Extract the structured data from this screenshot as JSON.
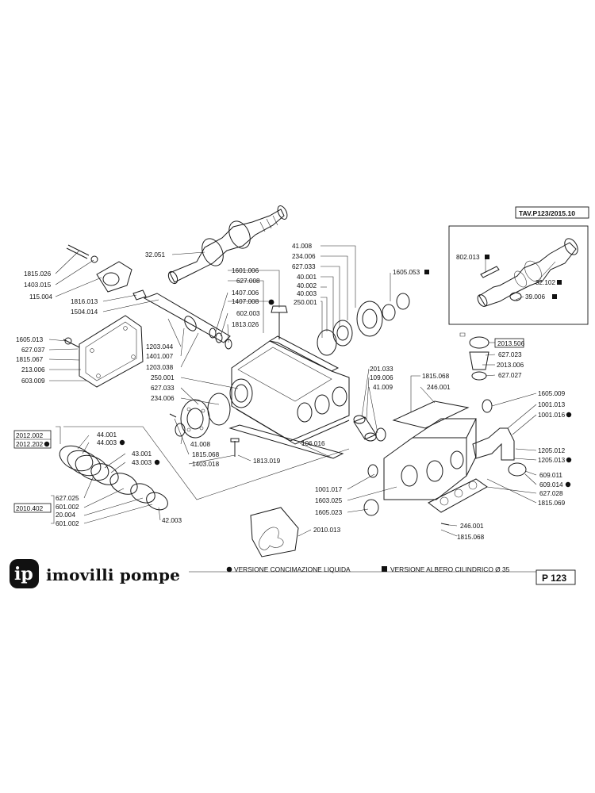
{
  "header": {
    "table_ref": "TAV.P123/2015.10"
  },
  "brand": {
    "logo_letters": "ip",
    "name": "imovilli pompe"
  },
  "legend": {
    "circle_text": "VERSIONE CONCIMAZIONE LIQUIDA",
    "square_text": "VERSIONE ALBERO CILINDRICO Ø 35"
  },
  "page_code": "P 123",
  "labels": {
    "l32051": "32.051",
    "l1815026": "1815.026",
    "l1403015": "1403.015",
    "l115004": "115.004",
    "l1816013": "1816.013",
    "l1504014": "1504.014",
    "l1605013": "1605.013",
    "l627037": "627.037",
    "l1815067": "1815.067",
    "l213006": "213.006",
    "l603009": "603.009",
    "l1601006": "1601.006",
    "l627008": "627.008",
    "l1407006": "1407.006",
    "l1407008": "1407.008",
    "l602003": "602.003",
    "l1813026": "1813.026",
    "l1203044": "1203.044",
    "l1401007": "1401.007",
    "l1203038": "1203.038",
    "l250001a": "250.001",
    "l627033": "627.033",
    "l234006a": "234.006",
    "l41008a": "41.008",
    "l1815068a": "1815.068",
    "l1403018": "1403.018",
    "l1813019": "1813.019",
    "l41008b": "41.008",
    "l234006b": "234.006",
    "l627033b": "627.033",
    "l40001": "40.001",
    "l40002": "40.002",
    "l40003": "40.003",
    "l250001b": "250.001",
    "l1605053": "1605.053",
    "l201033": "201.033",
    "l109006": "109.006",
    "l41009": "41.009",
    "l1815068b": "1815.068",
    "l246001a": "246.001",
    "l106016": "106.016",
    "l802013": "802.013",
    "l32102": "32.102",
    "l39006": "39.006",
    "l2013506": "2013.506",
    "l627023": "627.023",
    "l2013006": "2013.006",
    "l627027": "627.027",
    "l1605009": "1605.009",
    "l1001013": "1001.013",
    "l1001016": "1001.016",
    "l1205012": "1205.012",
    "l1205013": "1205.013",
    "l609011": "609.011",
    "l609014": "609.014",
    "l627028": "627.028",
    "l1815069": "1815.069",
    "l1001017": "1001.017",
    "l1603025": "1603.025",
    "l1605023": "1605.023",
    "l246001b": "246.001",
    "l1815068c": "1815.068",
    "l2010013": "2010.013",
    "l2012002": "2012.002",
    "l2012202": "2012.202",
    "l44001": "44.001",
    "l44003": "44.003",
    "l43001": "43.001",
    "l43003": "43.003",
    "l2010402": "2010.402",
    "l627025": "627.025",
    "l601002a": "601.002",
    "l20004": "20.004",
    "l601002b": "601.002",
    "l42003": "42.003"
  }
}
